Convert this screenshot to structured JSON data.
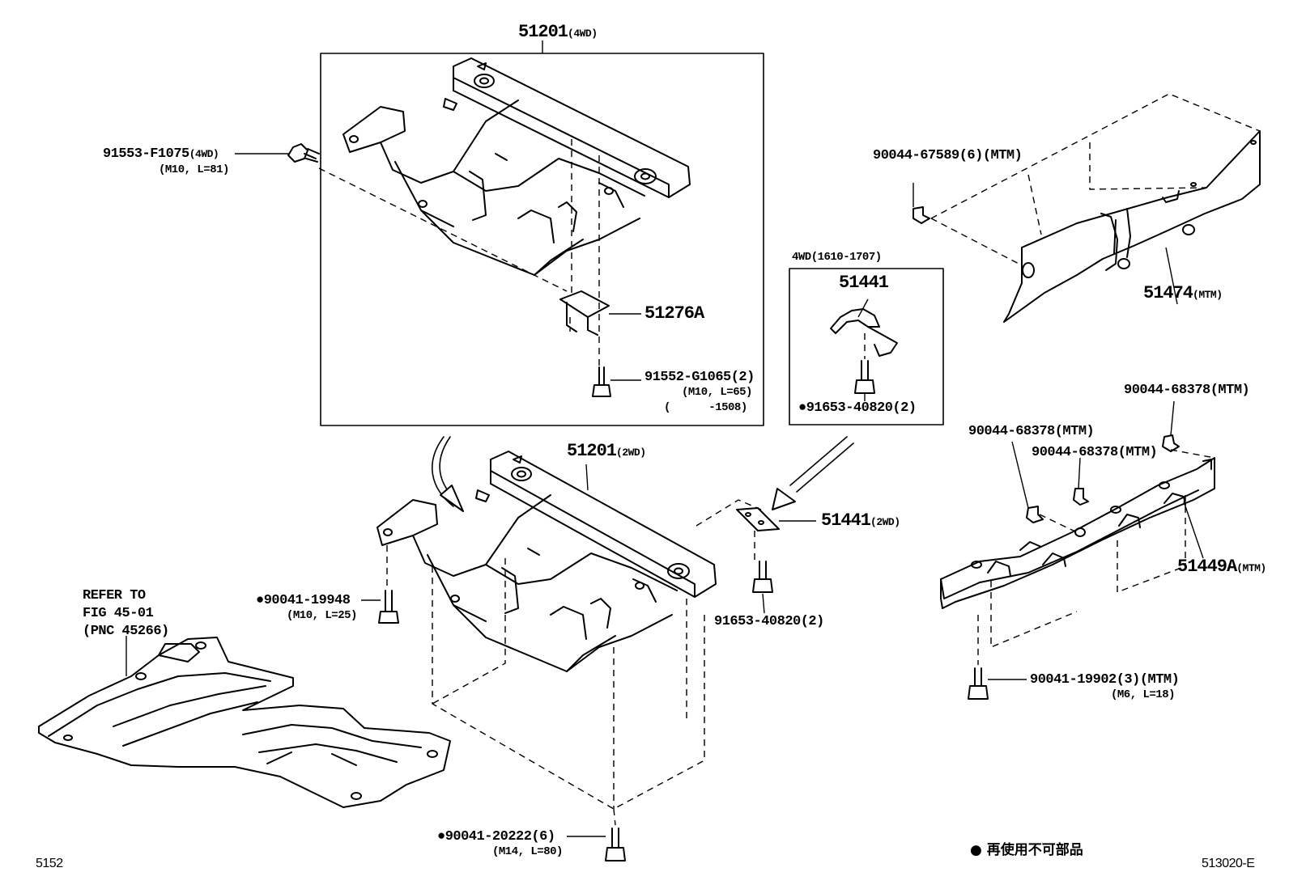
{
  "parts": {
    "p51201_4wd": {
      "no": "51201",
      "suffix": "(4WD)"
    },
    "p51201_2wd": {
      "no": "51201",
      "suffix": "(2WD)"
    },
    "p51276a": {
      "no": "51276A"
    },
    "p51441": {
      "no": "51441"
    },
    "p51441_2wd": {
      "no": "51441",
      "suffix": "(2WD)"
    },
    "p51474": {
      "no": "51474",
      "suffix": "(MTM)"
    },
    "p51449a": {
      "no": "51449A",
      "suffix": "(MTM)"
    },
    "b91553": {
      "no": "91553-F1075",
      "suffix": "(4WD)",
      "spec": "(M10, L=81)"
    },
    "b91552": {
      "no": "91552-G1065(2)",
      "spec": "(M10, L=65)",
      "spec2": "(      -1508)"
    },
    "b91653_4wd": {
      "no": "91653-40820(2)"
    },
    "b91653_2wd": {
      "no": "91653-40820(2)"
    },
    "b90041_19948": {
      "no": "90041-19948",
      "spec": "(M10, L=25)"
    },
    "b90041_20222": {
      "no": "90041-20222(6)",
      "spec": "(M14, L=80)"
    },
    "b90041_19902": {
      "no": "90041-19902(3)(MTM)",
      "spec": "(M6, L=18)"
    },
    "c90044_67589": {
      "no": "90044-67589(6)(MTM)"
    },
    "c90044_68378_a": {
      "no": "90044-68378(MTM)"
    },
    "c90044_68378_b": {
      "no": "90044-68378(MTM)"
    },
    "c90044_68378_c": {
      "no": "90044-68378(MTM)"
    }
  },
  "inset_4wd_bracket": {
    "title": "4WD(1610-1707)"
  },
  "refer": {
    "line1": "REFER TO",
    "line2": "FIG 45-01",
    "line3": "(PNC 45266)"
  },
  "legend": {
    "marker": "●",
    "text": "再使用不可部品"
  },
  "footer": {
    "left_code": "5152",
    "right_code": "513020-E"
  }
}
